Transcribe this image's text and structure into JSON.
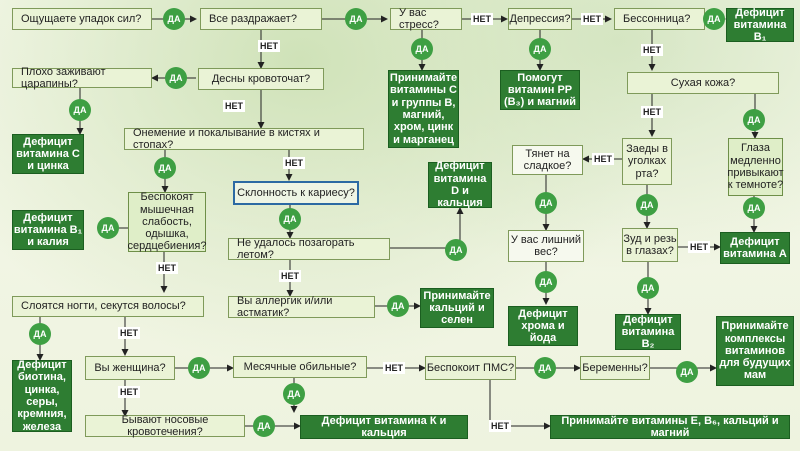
{
  "labels": {
    "yes": "ДА",
    "no": "НЕТ"
  },
  "questions": {
    "q1": "Ощущаете упадок сил?",
    "q2": "Все раздражает?",
    "q3": "У вас стресс?",
    "q4": "Депрессия?",
    "q5": "Бессонница?",
    "q6": "Десны кровоточат?",
    "q7": "Плохо заживают царапины?",
    "q8": "Онемение и покалывание в кистях и стопах?",
    "q9": "Беспокоят мышечная слабость, одышка, сердцебиения?",
    "q10": "Склонность к кариесу?",
    "q11": "Не удалось позагорать летом?",
    "q12": "Вы аллергик и/или астматик?",
    "q13": "Слоятся ногти, секутся волосы?",
    "q14": "Вы женщина?",
    "q15": "Бывают носовые кровотечения?",
    "q16": "Месячные обильные?",
    "q17": "Беспокоит ПМС?",
    "q18": "Беременны?",
    "q19": "Сухая кожа?",
    "q20": "Заеды в уголках рта?",
    "q21": "Тянет на сладкое?",
    "q22": "У вас лишний вес?",
    "q23": "Зуд и резь в глазах?",
    "q24": "Глаза медленно привыкают к темноте?"
  },
  "results": {
    "r1": "Дефицит витамина B₁",
    "r2": "Принимайте витамины С и группы В, магний, хром, цинк и марганец",
    "r3": "Помогут витамин PP (B₃) и магний",
    "r4": "Дефицит витамина С и цинка",
    "r5": "Дефицит витамина B₁ и калия",
    "r6": "Дефицит витамина D и кальция",
    "r7": "Принимайте кальций и селен",
    "r8": "Дефицит биотина, цинка, серы, кремния, железа",
    "r9": "Дефицит витамина К и кальция",
    "r10": "Принимайте витамины Е, B₆, кальций и магний",
    "r11": "Принимайте комплексы витаминов для будущих мам",
    "r12": "Дефицит хрома и йода",
    "r13": "Дефицит витамина B₂",
    "r14": "Дефицит витамина А"
  }
}
